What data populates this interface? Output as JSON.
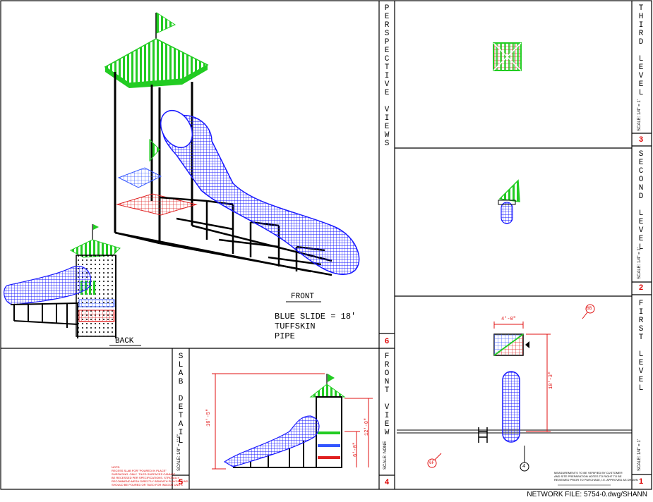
{
  "panels": {
    "perspective": {
      "title_letters": [
        "P",
        "E",
        "R",
        "S",
        "P",
        "E",
        "C",
        "T",
        "I",
        "V",
        "E",
        "",
        "V",
        "I",
        "E",
        "W",
        "S"
      ],
      "number": "6"
    },
    "slab": {
      "title_letters": [
        "S",
        "L",
        "A",
        "B",
        "",
        "D",
        "E",
        "T",
        "A",
        "I",
        "L"
      ],
      "scale": "SCALE: 1/8\" = 1'-0\"",
      "number": "5"
    },
    "front": {
      "title_letters": [
        "F",
        "R",
        "O",
        "N",
        "T",
        "",
        "V",
        "I",
        "E",
        "W"
      ],
      "scale": "SCALE: NONE",
      "number": "4"
    },
    "third": {
      "title_letters": [
        "T",
        "H",
        "I",
        "R",
        "D",
        "",
        "L",
        "E",
        "V",
        "E",
        "L"
      ],
      "scale": "SCALE: 1/4\" = 1'",
      "number": "3"
    },
    "second": {
      "title_letters": [
        "S",
        "E",
        "C",
        "O",
        "N",
        "D",
        "",
        "L",
        "E",
        "V",
        "E",
        "L"
      ],
      "scale": "SCALE: 1/4\" = 1'",
      "number": "2"
    },
    "first": {
      "title_letters": [
        "F",
        "I",
        "R",
        "S",
        "T",
        "",
        "L",
        "E",
        "V",
        "E",
        "L"
      ],
      "scale": "SCALE: 1/4\" = 1'",
      "number": "1"
    }
  },
  "labels": {
    "front": "FRONT",
    "back": "BACK",
    "slide_line1": "BLUE SLIDE = 18'",
    "slide_line2": "TUFFSKIN",
    "slide_line3": "PIPE",
    "dim_height": "16'-5\"",
    "dim_12": "12'-0\"",
    "dim_6": "6'-0\"",
    "dim_width": "4'-0\"",
    "dim_length": "18'-3\"",
    "callout_6b": "6B",
    "callout_6f": "6F",
    "callout_4": "4"
  },
  "notes": {
    "slab_note": "NOTE:\nRECESS SLAB FOR \"POURED IN PLACE\"\nSURFACING. ONLY  TILED SURFACES CANNOT\nBE RECESSED PER SPECIFICATIONS. STRONGLY\nRECOMMEND MESH DIRECTLY BENEATH PLAYGROUND\nSHOULD BE POURED OR TILED FOR INDOOR UNITS",
    "measure_note": "MEASUREMENTS TO BE VERIFIED BY CUSTOMER\nAND SITE PREPARATION NOTES TO RIGHT TO BE\nREVIEWED PRIOR TO PURCHASE, I.E. APPROVED AS DRAWN"
  },
  "footer": "NETWORK FILE: 5754-0.dwg/SHANN",
  "colors": {
    "roof": "#22cc22",
    "slide": "#1a1aff",
    "deck_red": "#e02020",
    "deck_blue": "#3355ff",
    "frame": "#000000",
    "dim": "#e01010"
  }
}
